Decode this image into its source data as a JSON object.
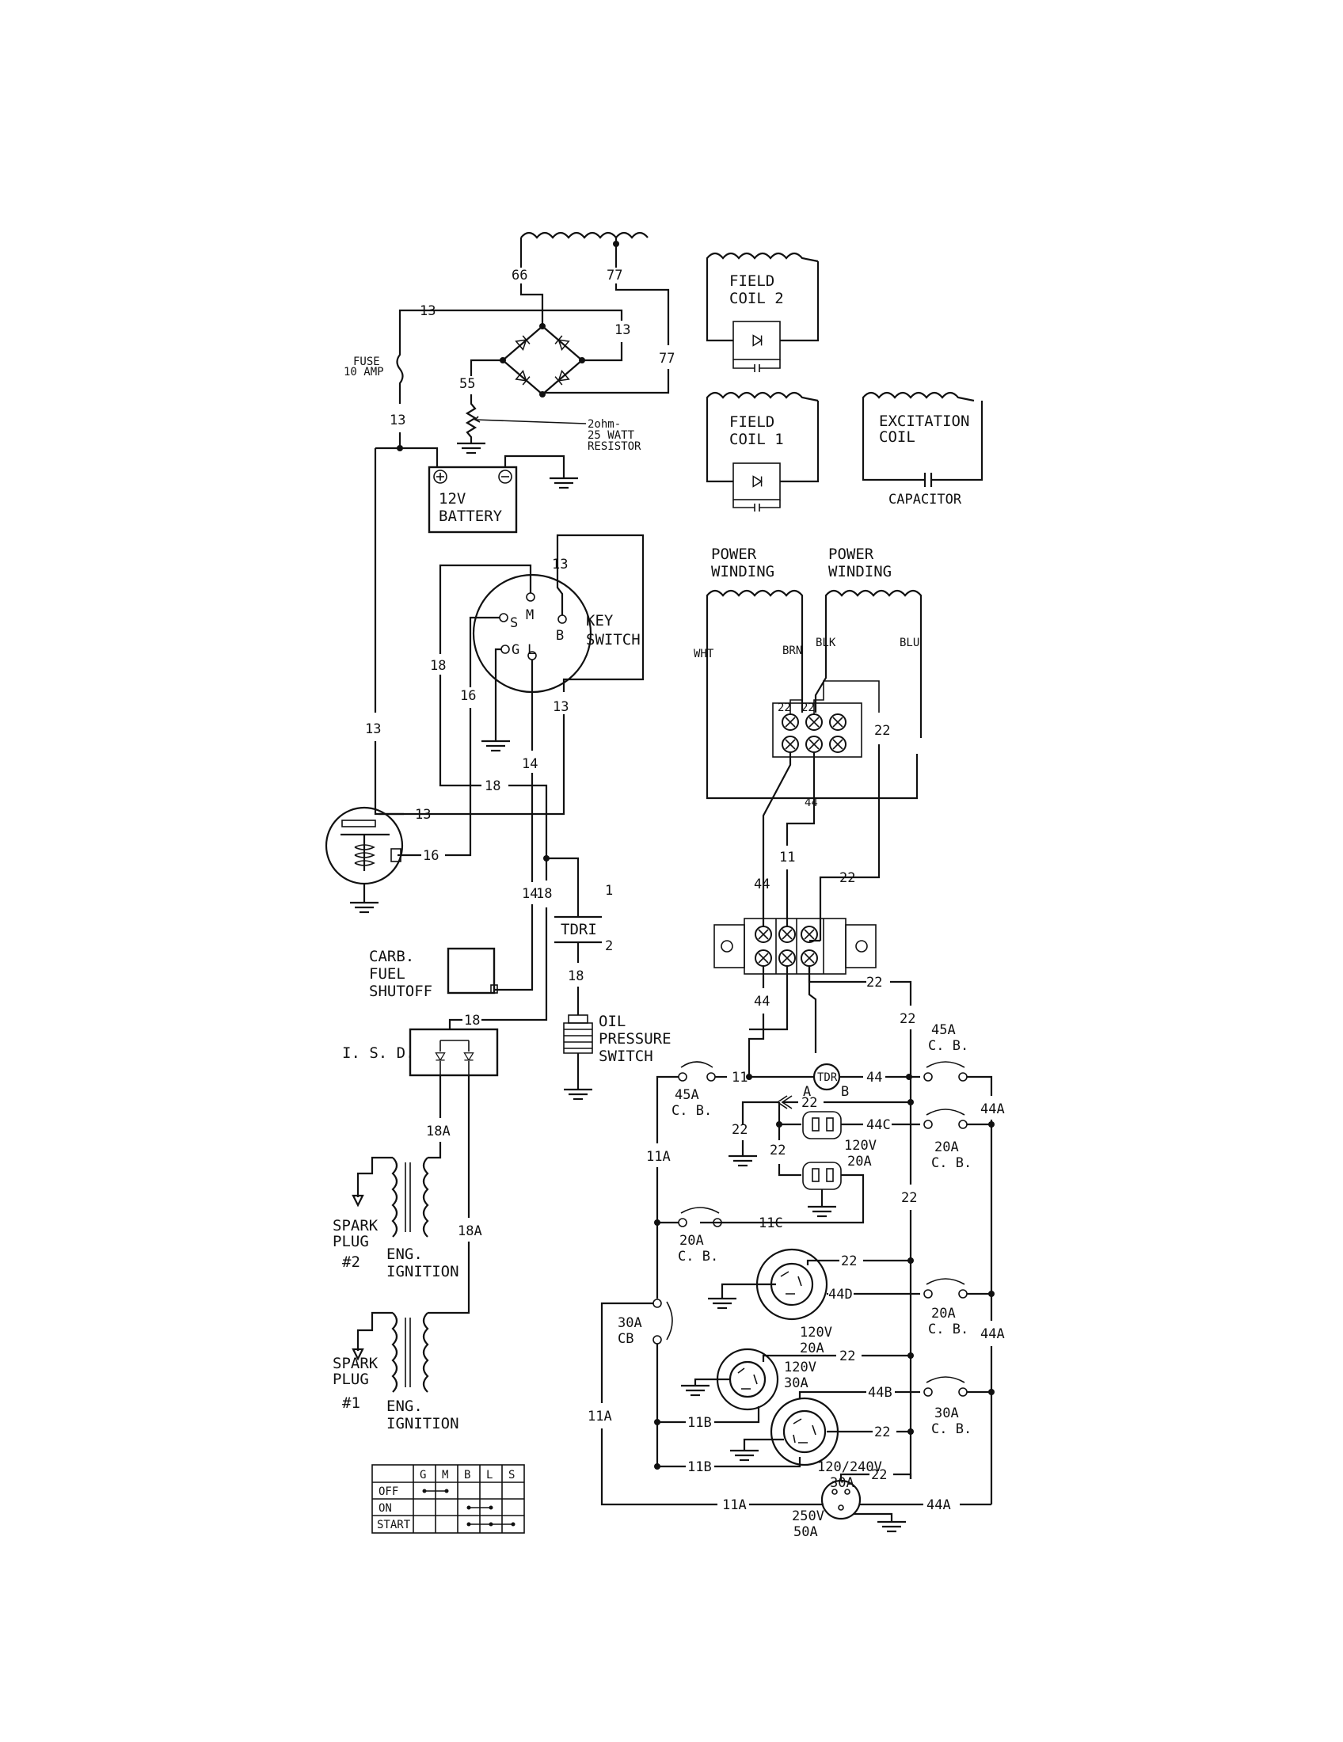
{
  "labels": {
    "fuse": [
      "FUSE",
      "10 AMP"
    ],
    "resistor": [
      "2ohm-",
      "25 WATT",
      "RESISTOR"
    ],
    "battery": [
      "12V",
      "BATTERY"
    ],
    "field_coil_2": [
      "FIELD",
      "COIL 2"
    ],
    "field_coil_1": [
      "FIELD",
      "COIL 1"
    ],
    "excitation_coil": [
      "EXCITATION",
      "COIL"
    ],
    "capacitor": "CAPACITOR",
    "key_switch": [
      "KEY",
      "SWITCH"
    ],
    "key_switch_terminals": {
      "m": "M",
      "b": "B",
      "s": "S",
      "g": "G",
      "l": "L"
    },
    "power_winding_1": [
      "POWER",
      "WINDING"
    ],
    "power_winding_2": [
      "POWER",
      "WINDING"
    ],
    "winding_leads": {
      "wht": "WHT",
      "brn": "BRN",
      "blk": "BLK",
      "blu": "BLU"
    },
    "tdr1": "TDRI",
    "tdr1_pins": [
      "1",
      "2"
    ],
    "carb_fuel_shutoff": [
      "CARB.",
      "FUEL",
      "SHUTOFF"
    ],
    "oil_pressure_switch": [
      "OIL",
      "PRESSURE",
      "SWITCH"
    ],
    "isd": "I. S. D.",
    "spark_plug_2": [
      "SPARK",
      "PLUG",
      "#2"
    ],
    "spark_plug_1": [
      "SPARK",
      "PLUG",
      "#1"
    ],
    "eng_ignition_upper": [
      "ENG.",
      "IGNITION"
    ],
    "eng_ignition_lower": [
      "ENG.",
      "IGNITION"
    ],
    "cb_45a_left": [
      "45A",
      "C. B."
    ],
    "cb_45a_right": [
      "45A",
      "C. B."
    ],
    "cb_20a_upper": [
      "20A",
      "C. B."
    ],
    "cb_20a_mid": [
      "20A",
      "C. B."
    ],
    "cb_20a_left": [
      "20A",
      "C. B."
    ],
    "cb_30a_right": [
      "30A",
      "C. B."
    ],
    "cb_30a_left": [
      "30A",
      "CB"
    ],
    "tdr": "TDR",
    "tdr_pins": [
      "A",
      "B"
    ],
    "receptacle_120v_20a_duplex": [
      "120V",
      "20A"
    ],
    "receptacle_120v_20a_twist": [
      "120V",
      "20A"
    ],
    "receptacle_120v_30a": [
      "120V",
      "30A"
    ],
    "receptacle_120_240v_30a": [
      "120/240V",
      "30A"
    ],
    "receptacle_250v_50a": [
      "250V",
      "50A"
    ]
  },
  "wires": {
    "w66": "66",
    "w77": "77",
    "w13": "13",
    "w55": "55",
    "w18": "18",
    "w16": "16",
    "w14": "14",
    "w18a": "18A",
    "w22": "22",
    "w44": "44",
    "w11": "11",
    "w44a": "44A",
    "w44c": "44C",
    "w44d": "44D",
    "w44b": "44B",
    "w11a": "11A",
    "w11b": "11B",
    "w11c": "11C"
  },
  "switch_table": {
    "columns": [
      "",
      "G",
      "M",
      "B",
      "L",
      "S"
    ],
    "rows": [
      {
        "label": "OFF",
        "bridges": [
          "G-M"
        ]
      },
      {
        "label": "ON",
        "bridges": [
          "B-L"
        ]
      },
      {
        "label": "START",
        "bridges": [
          "B-L",
          "L-S"
        ]
      }
    ]
  }
}
